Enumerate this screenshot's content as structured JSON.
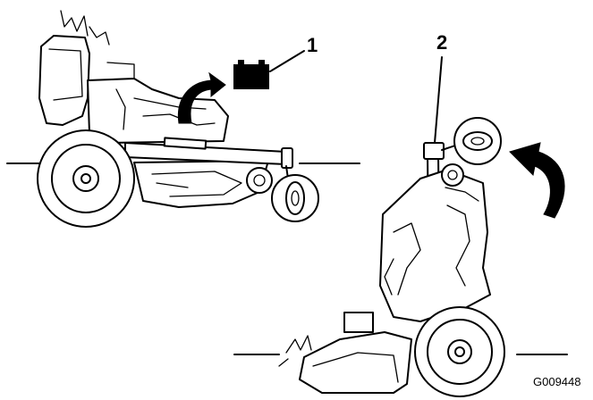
{
  "callouts": [
    {
      "label": "1"
    },
    {
      "label": "2"
    }
  ],
  "figure_id": "G009448",
  "icons": {
    "battery": "battery-icon",
    "tilt_arrow_small": "rotate-arrow-icon",
    "tilt_arrow_large": "rotate-arrow-icon"
  },
  "colors": {
    "ink": "#000000",
    "paper": "#ffffff"
  }
}
